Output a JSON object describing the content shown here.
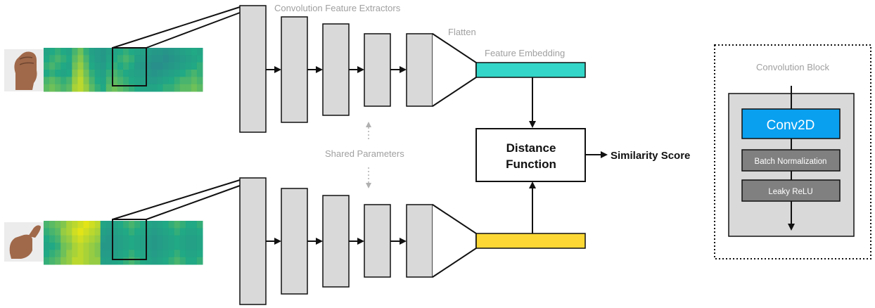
{
  "labels": {
    "conv_feature_extractors": "Convolution Feature Extractors",
    "flatten": "Flatten",
    "feature_embedding": "Feature Embedding",
    "shared_parameters": "Shared Parameters",
    "distance_line1": "Distance",
    "distance_line2": "Function",
    "similarity_score": "Similarity Score"
  },
  "conv_block": {
    "title": "Convolution Block",
    "conv2d": "Conv2D",
    "batch_norm": "Batch Normalization",
    "leaky_relu": "Leaky ReLU"
  },
  "colors": {
    "top_embedding": "#33d6c8",
    "bottom_embedding": "#fdd835",
    "conv2d": "#0aa0f0",
    "block_gray": "#808080",
    "layer_gray": "#d9d9d9",
    "heatmap_low": "#2c7f8e",
    "heatmap_mid": "#21a884",
    "heatmap_high": "#e2e418"
  },
  "inputs": [
    {
      "name": "fist-gesture",
      "heatmap": [
        [
          0.45,
          0.5,
          0.55,
          0.5,
          0.45,
          0.6,
          0.7,
          0.55,
          0.4,
          0.35,
          0.3,
          0.4,
          0.45,
          0.5,
          0.55,
          0.5,
          0.45,
          0.4,
          0.35,
          0.3,
          0.3,
          0.25,
          0.3,
          0.35,
          0.4,
          0.45,
          0.5,
          0.45
        ],
        [
          0.5,
          0.55,
          0.6,
          0.55,
          0.5,
          0.65,
          0.75,
          0.6,
          0.45,
          0.35,
          0.3,
          0.45,
          0.5,
          0.55,
          0.6,
          0.55,
          0.4,
          0.35,
          0.3,
          0.25,
          0.25,
          0.2,
          0.25,
          0.3,
          0.35,
          0.4,
          0.45,
          0.5
        ],
        [
          0.55,
          0.6,
          0.55,
          0.5,
          0.45,
          0.7,
          0.8,
          0.65,
          0.5,
          0.4,
          0.35,
          0.5,
          0.55,
          0.5,
          0.55,
          0.5,
          0.35,
          0.3,
          0.25,
          0.2,
          0.2,
          0.25,
          0.3,
          0.35,
          0.4,
          0.45,
          0.5,
          0.55
        ],
        [
          0.5,
          0.55,
          0.5,
          0.45,
          0.5,
          0.75,
          0.85,
          0.7,
          0.55,
          0.45,
          0.4,
          0.55,
          0.6,
          0.55,
          0.5,
          0.45,
          0.4,
          0.35,
          0.3,
          0.25,
          0.3,
          0.35,
          0.4,
          0.45,
          0.5,
          0.55,
          0.6,
          0.55
        ],
        [
          0.6,
          0.65,
          0.6,
          0.55,
          0.6,
          0.8,
          0.9,
          0.75,
          0.6,
          0.5,
          0.45,
          0.6,
          0.65,
          0.6,
          0.55,
          0.5,
          0.45,
          0.4,
          0.35,
          0.35,
          0.4,
          0.45,
          0.5,
          0.55,
          0.6,
          0.6,
          0.65,
          0.6
        ],
        [
          0.65,
          0.7,
          0.65,
          0.6,
          0.65,
          0.85,
          0.9,
          0.8,
          0.65,
          0.55,
          0.5,
          0.65,
          0.7,
          0.65,
          0.6,
          0.55,
          0.5,
          0.45,
          0.45,
          0.45,
          0.5,
          0.55,
          0.55,
          0.6,
          0.65,
          0.65,
          0.7,
          0.65
        ]
      ]
    },
    {
      "name": "thumb-gesture",
      "heatmap": [
        [
          0.6,
          0.65,
          0.7,
          0.75,
          0.85,
          0.9,
          0.95,
          1.0,
          0.95,
          0.9,
          0.45,
          0.4,
          0.45,
          0.5,
          0.55,
          0.6,
          0.55,
          0.5,
          0.45,
          0.4,
          0.45,
          0.5,
          0.55,
          0.6,
          0.55,
          0.5,
          0.5,
          0.55
        ],
        [
          0.55,
          0.6,
          0.65,
          0.8,
          0.85,
          0.95,
          1.0,
          0.95,
          0.9,
          0.85,
          0.4,
          0.35,
          0.4,
          0.45,
          0.5,
          0.55,
          0.5,
          0.45,
          0.4,
          0.35,
          0.4,
          0.45,
          0.5,
          0.55,
          0.5,
          0.45,
          0.45,
          0.5
        ],
        [
          0.5,
          0.55,
          0.6,
          0.75,
          0.8,
          0.9,
          0.95,
          0.9,
          0.85,
          0.8,
          0.35,
          0.3,
          0.35,
          0.4,
          0.45,
          0.5,
          0.45,
          0.4,
          0.35,
          0.3,
          0.35,
          0.4,
          0.45,
          0.5,
          0.45,
          0.4,
          0.4,
          0.45
        ],
        [
          0.45,
          0.5,
          0.55,
          0.7,
          0.75,
          0.85,
          0.9,
          0.85,
          0.8,
          0.75,
          0.3,
          0.3,
          0.35,
          0.4,
          0.45,
          0.5,
          0.45,
          0.4,
          0.35,
          0.3,
          0.35,
          0.4,
          0.45,
          0.5,
          0.45,
          0.4,
          0.4,
          0.45
        ],
        [
          0.5,
          0.55,
          0.6,
          0.7,
          0.8,
          0.85,
          0.9,
          0.85,
          0.8,
          0.75,
          0.35,
          0.35,
          0.4,
          0.45,
          0.5,
          0.55,
          0.5,
          0.45,
          0.4,
          0.35,
          0.4,
          0.45,
          0.5,
          0.55,
          0.5,
          0.45,
          0.45,
          0.5
        ],
        [
          0.55,
          0.6,
          0.65,
          0.75,
          0.8,
          0.9,
          0.9,
          0.85,
          0.8,
          0.8,
          0.4,
          0.4,
          0.45,
          0.5,
          0.55,
          0.6,
          0.55,
          0.5,
          0.45,
          0.4,
          0.45,
          0.5,
          0.55,
          0.6,
          0.55,
          0.5,
          0.5,
          0.55
        ]
      ]
    }
  ]
}
